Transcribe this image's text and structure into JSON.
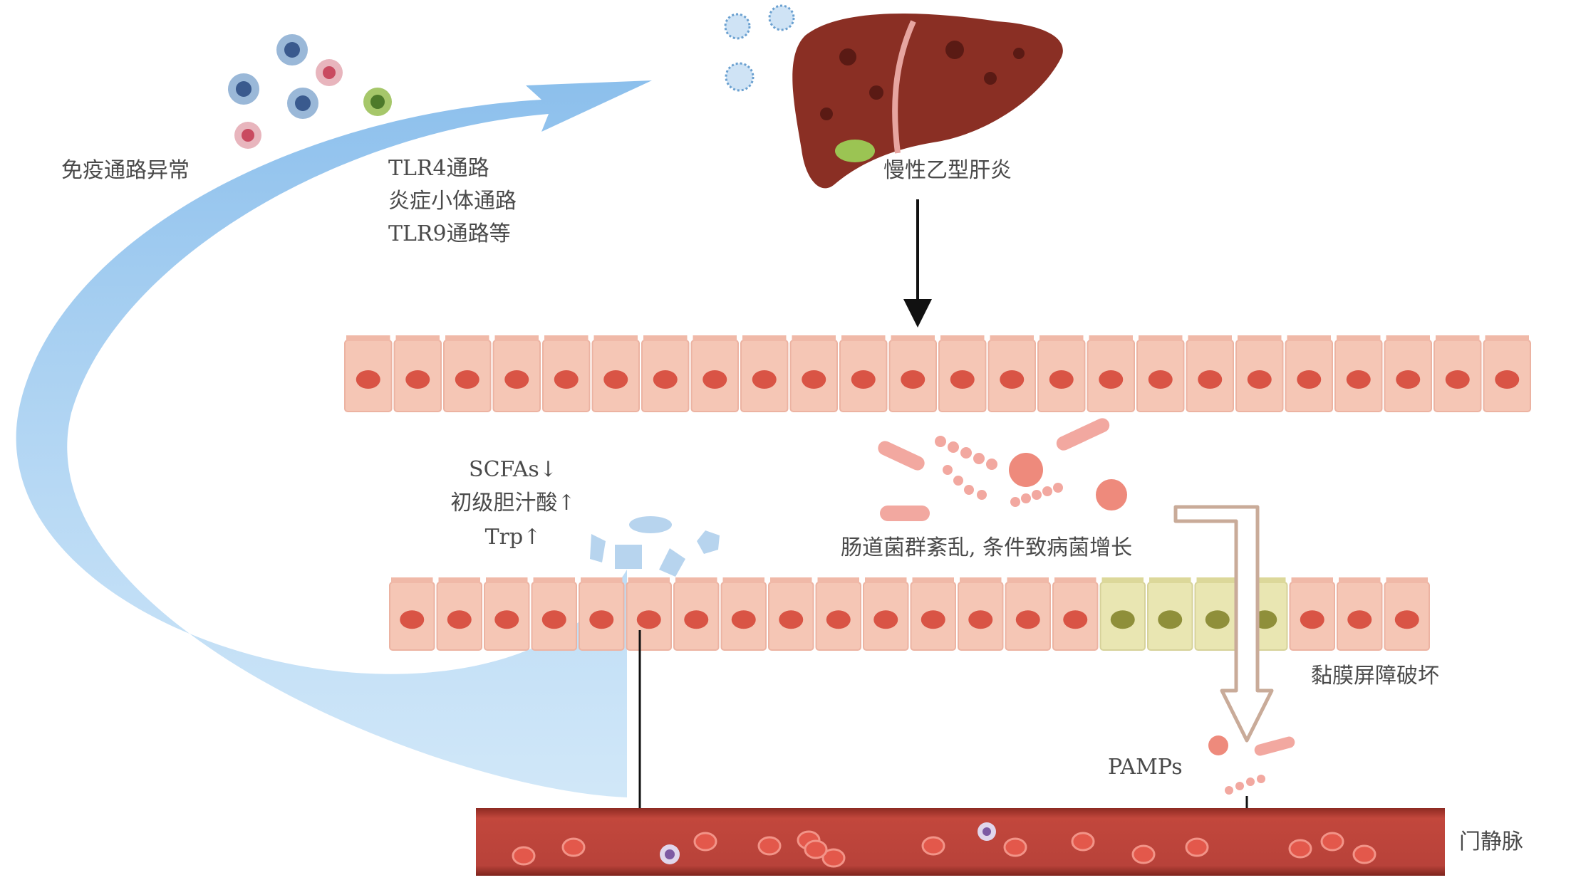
{
  "labels": {
    "immune_abnormal": "免疫通路异常",
    "pathways": [
      "TLR4通路",
      "炎症小体通路",
      "TLR9通路等"
    ],
    "liver": "慢性乙型肝炎",
    "metabolites": [
      "SCFAs↓",
      "初级胆汁酸↑",
      "Trp↑"
    ],
    "dysbiosis": "肠道菌群紊乱, 条件致病菌增长",
    "barrier": "黏膜屏障破坏",
    "pamps": "PAMPs",
    "portal_vein": "门静脉"
  },
  "colors": {
    "epithelium": "#f5c6b5",
    "nucleus": "#d95445",
    "damaged_cell": "#e9e6b2",
    "damaged_nucleus": "#8f8f3a",
    "vessel": "#b8423a",
    "liver": "#8a2f24",
    "arrow_blue": "#8fc3ec"
  }
}
